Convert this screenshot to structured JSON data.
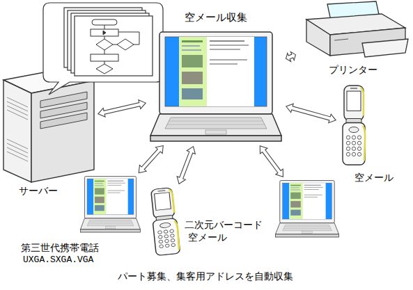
{
  "diagram": {
    "caption": "パート募集、集客用アドレスを自動収集",
    "nodes": [
      {
        "text": [
          "空メール収集"
        ]
      },
      {
        "text": [
          "プリンター"
        ]
      },
      {
        "text": [
          "サーバー"
        ]
      },
      {
        "text": [
          "空メール"
        ]
      },
      {
        "text": []
      },
      {
        "text": [
          "二次元バーコード",
          "空メール"
        ]
      },
      {
        "text": []
      }
    ],
    "edges": [
      {
        "from": 2,
        "to": 0,
        "arrow": "both"
      },
      {
        "from": 0,
        "to": 1,
        "arrow": "both"
      },
      {
        "from": 0,
        "to": 3,
        "arrow": "both"
      },
      {
        "from": 0,
        "to": 4,
        "arrow": "both"
      },
      {
        "from": 0,
        "to": 5,
        "arrow": "both"
      },
      {
        "from": 0,
        "to": 6,
        "arrow": "both"
      }
    ],
    "labels": [
      "第三世代携帯電話",
      "UXGA.SXGA.VGA"
    ]
  }
}
